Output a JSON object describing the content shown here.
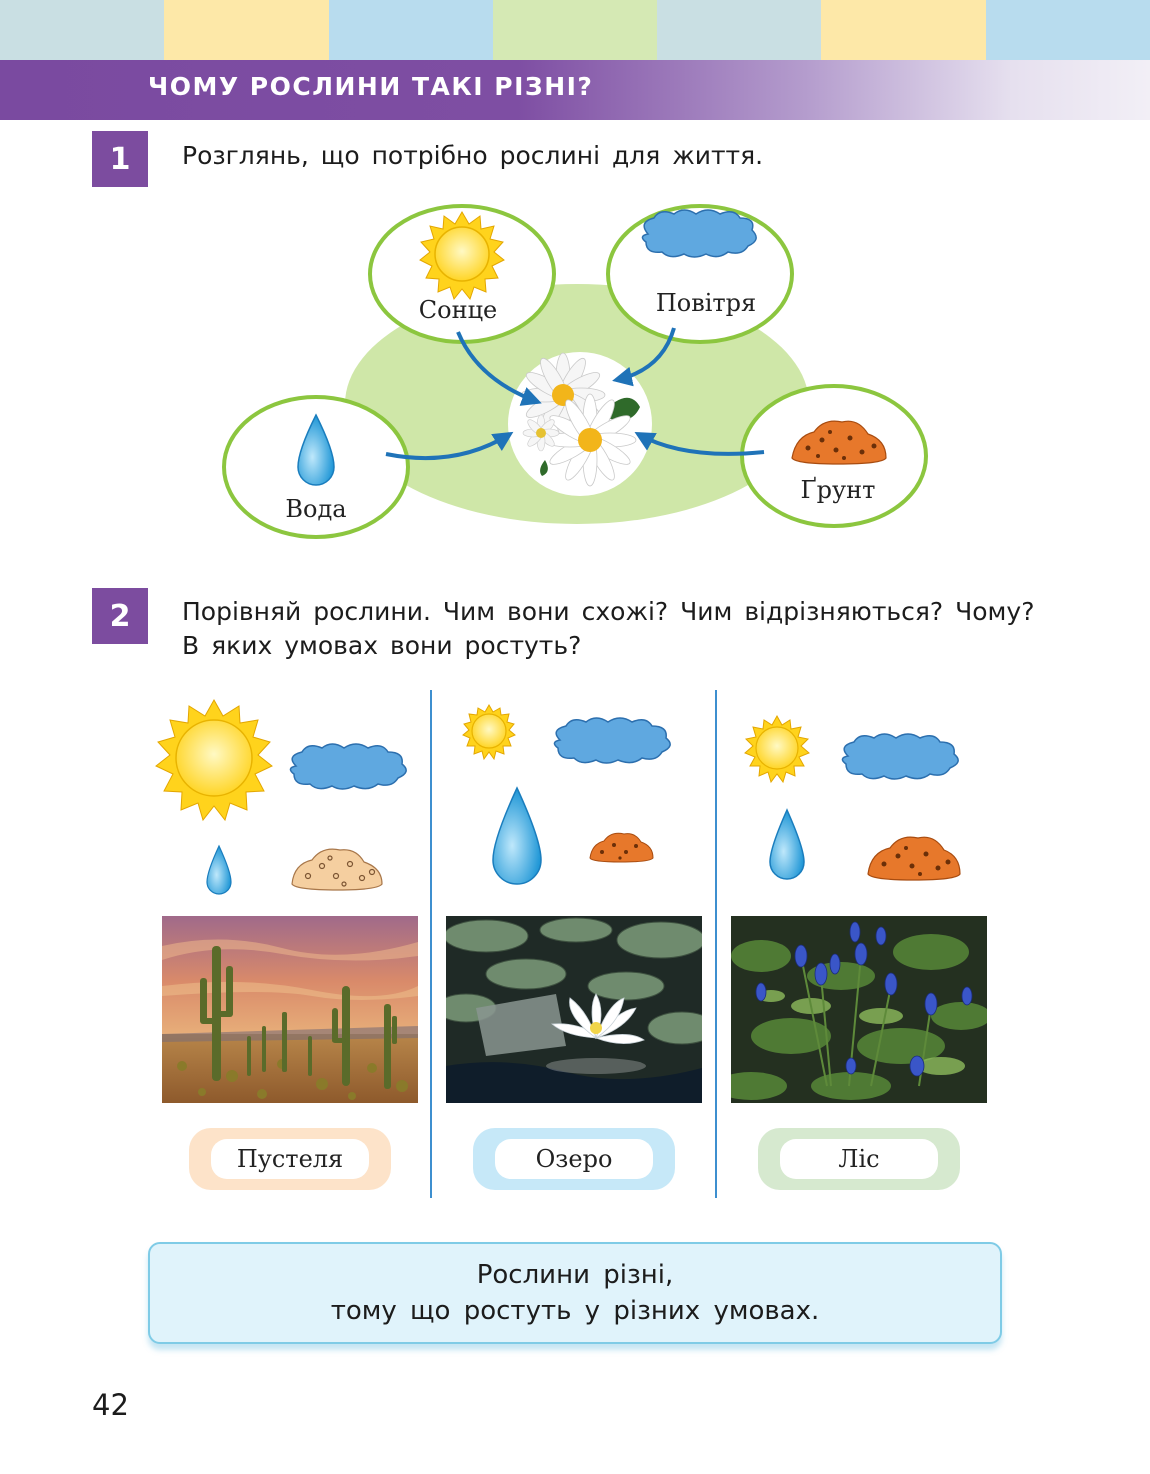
{
  "header": {
    "title": "ЧОМУ РОСЛИНИ ТАКІ РІЗНІ?",
    "stripe_colors": [
      "#c9dfe3",
      "#fde8a8",
      "#b8dcee",
      "#d5e9b4",
      "#c9dfe3",
      "#fde8a8",
      "#b8dcee"
    ]
  },
  "task1": {
    "number": "1",
    "text": "Розглянь, що потрібно рослині для життя.",
    "diagram": {
      "sun": "Сонце",
      "air": "Повітря",
      "water": "Вода",
      "soil": "Ґрунт"
    }
  },
  "task2": {
    "number": "2",
    "line1": "Порівняй рослини. Чим вони схожі? Чим відрізняються? Чому?",
    "line2": "В яких умовах вони ростуть?",
    "habitats": [
      {
        "label": "Пустеля",
        "color": "#fde3c9"
      },
      {
        "label": "Озеро",
        "color": "#c6e8f8"
      },
      {
        "label": "Ліс",
        "color": "#d6e9cf"
      }
    ]
  },
  "conclusion": {
    "line1": "Рослини різні,",
    "line2": "тому що ростуть у різних умовах."
  },
  "page_number": "42"
}
